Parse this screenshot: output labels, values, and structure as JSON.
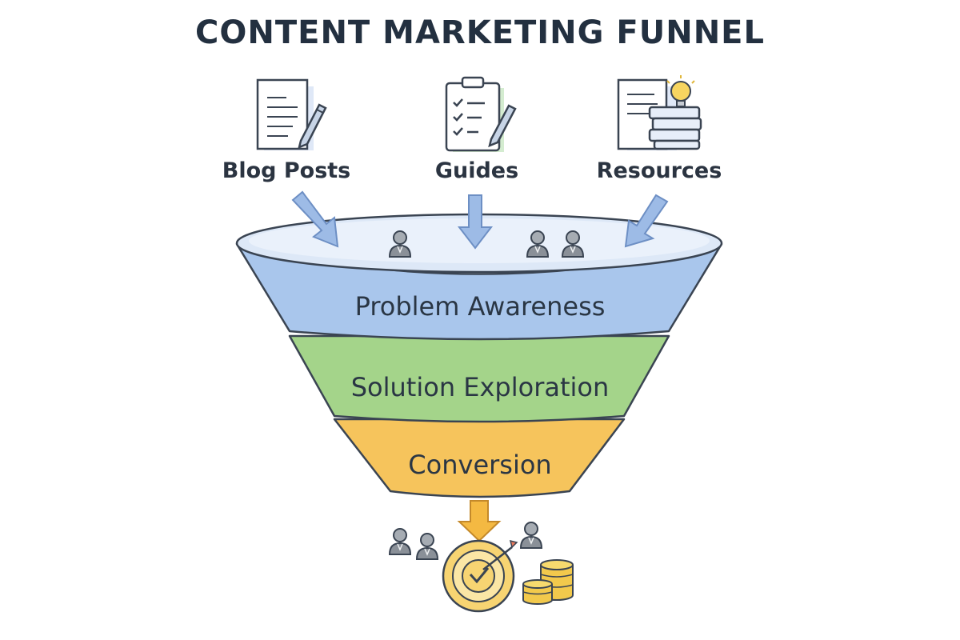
{
  "title": "CONTENT MARKETING FUNNEL",
  "sources": [
    {
      "label": "Blog Posts",
      "icon": "document-pencil-icon"
    },
    {
      "label": "Guides",
      "icon": "clipboard-checklist-icon"
    },
    {
      "label": "Resources",
      "icon": "documents-lightbulb-icon"
    }
  ],
  "stages": [
    {
      "label": "Problem Awareness",
      "color": "#a9c6ec"
    },
    {
      "label": "Solution Exploration",
      "color": "#a4d48a"
    },
    {
      "label": "Conversion",
      "color": "#f6c45c"
    }
  ],
  "colors": {
    "text": "#233040",
    "arrow": "#9dbbe6",
    "outline": "#3a4452",
    "person": "#8a9098",
    "gold": "#f2c94c"
  },
  "outcome_icons": [
    "people-icon",
    "target-icon",
    "coins-icon"
  ]
}
